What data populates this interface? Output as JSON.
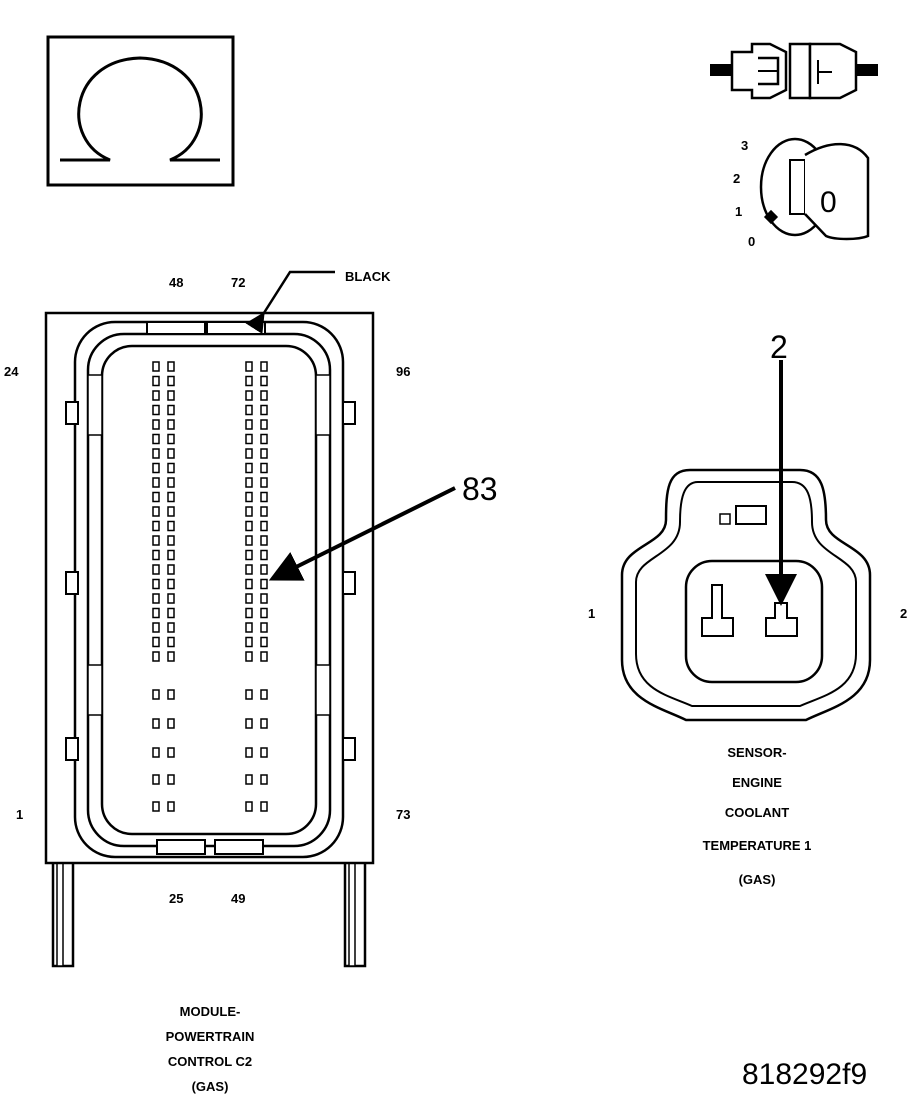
{
  "ohmmeter_symbol": "Ω",
  "ignition_key": {
    "positions": [
      "3",
      "2",
      "1",
      "0"
    ],
    "key_label": "0"
  },
  "pcm_connector": {
    "color_label": "BLACK",
    "pin_labels": {
      "top_left": "48",
      "top_right": "72",
      "left_top": "24",
      "right_top": "96",
      "left_bottom": "1",
      "right_bottom": "73",
      "bottom_left": "25",
      "bottom_right": "49"
    },
    "callout_pin": "83",
    "caption": [
      "MODULE-",
      "POWERTRAIN",
      "CONTROL C2",
      "(GAS)"
    ]
  },
  "ect_sensor": {
    "callout_pin": "2",
    "pin_left": "1",
    "pin_right": "2",
    "caption": [
      "SENSOR-",
      "ENGINE",
      "COOLANT",
      "TEMPERATURE 1",
      "(GAS)"
    ]
  },
  "figure_id": "818292f9"
}
